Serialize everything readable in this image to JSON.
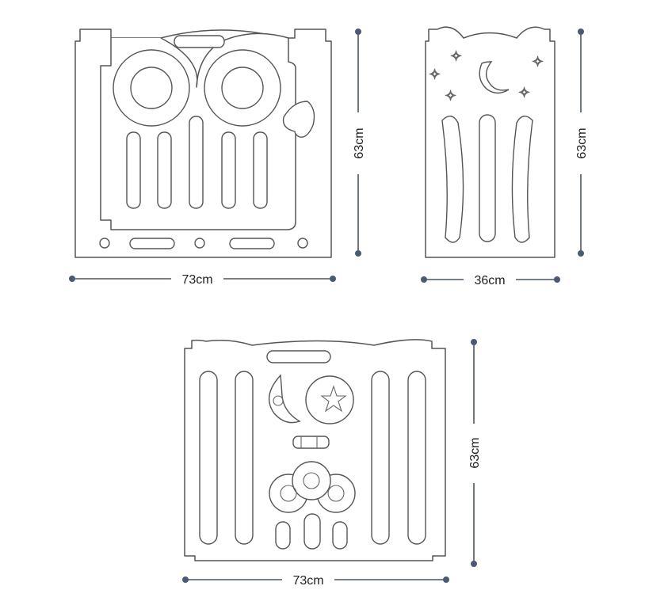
{
  "panels": [
    {
      "name": "owl-panel",
      "width_label": "73cm",
      "height_label": "63cm"
    },
    {
      "name": "moon-panel",
      "width_label": "36cm",
      "height_label": "63cm"
    },
    {
      "name": "activity-panel",
      "width_label": "73cm",
      "height_label": "63cm"
    }
  ],
  "colors": {
    "outline": "#555555",
    "dimension_line": "#4b5566",
    "dimension_dot": "#4a5a74"
  }
}
